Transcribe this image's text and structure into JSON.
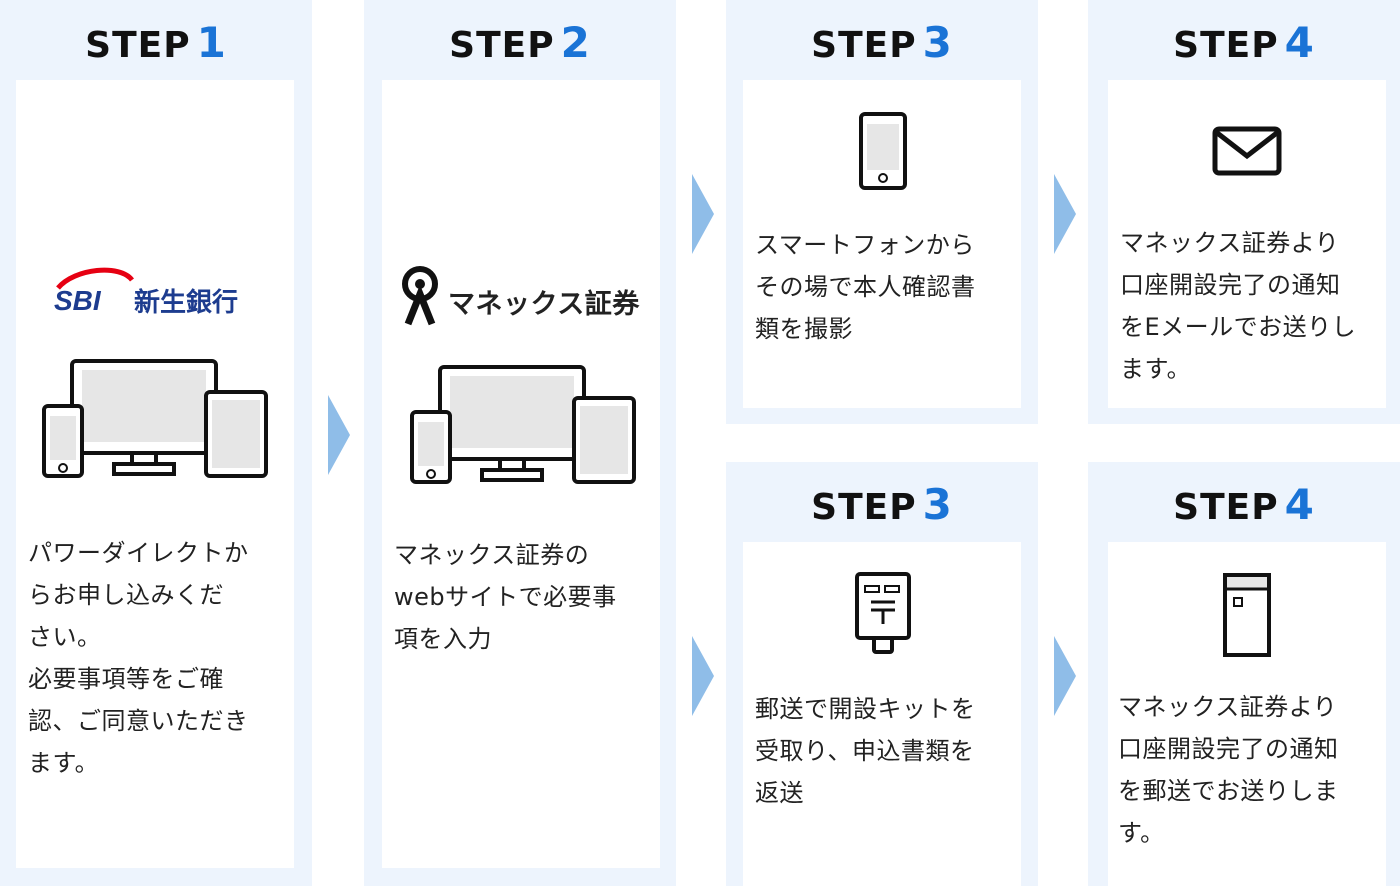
{
  "steps": {
    "step1": {
      "label": "STEP",
      "num": "1",
      "brand": "新生銀行",
      "brand_mark": "SBI",
      "desc": "パワーダイレクトか\nらお申し込みくだ\nさい。\n必要事項等をご確\n認、ご同意いただき\nます。"
    },
    "step2": {
      "label": "STEP",
      "num": "2",
      "brand": "マネックス証券",
      "desc": "マネックス証券の\nwebサイトで必要事\n項を入力"
    },
    "step3a": {
      "label": "STEP",
      "num": "3",
      "desc": "スマートフォンから\nその場で本人確認書\n類を撮影",
      "icon": "smartphone-icon"
    },
    "step4a": {
      "label": "STEP",
      "num": "4",
      "desc": "マネックス証券より\n口座開設完了の通知\nをEメールでお送りし\nます。",
      "icon": "envelope-icon"
    },
    "step3b": {
      "label": "STEP",
      "num": "3",
      "desc": "郵送で開設キットを\n受取り、申込書類を\n返送",
      "icon": "mailbox-icon"
    },
    "step4b": {
      "label": "STEP",
      "num": "4",
      "desc": "マネックス証券より\n口座開設完了の通知\nを郵送でお送りしま\nす。",
      "icon": "document-envelope-icon"
    }
  },
  "colors": {
    "panel_bg": "#edf4fd",
    "accent": "#1a73d6",
    "arrow": "#8fbde8",
    "sbi_red": "#e60012",
    "sbi_blue": "#1d3c8f"
  }
}
